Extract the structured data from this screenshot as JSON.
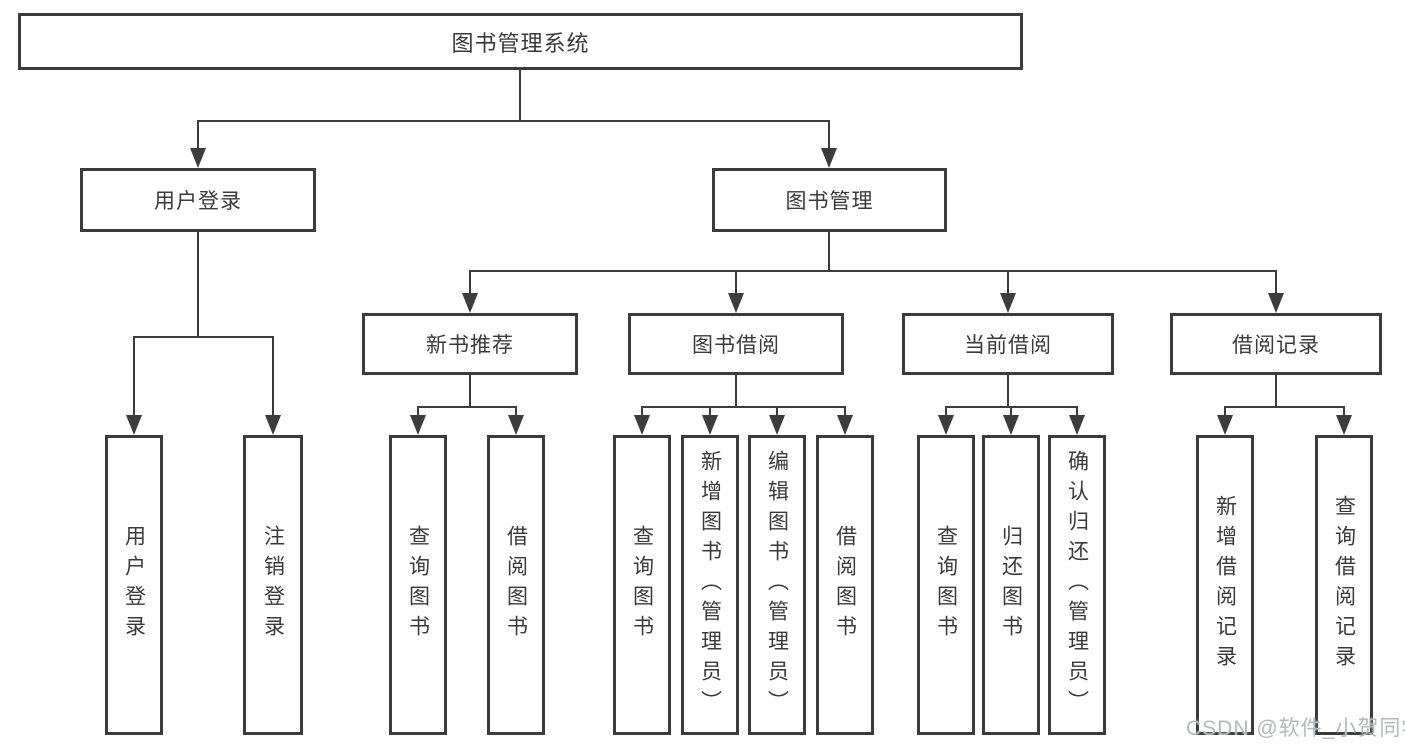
{
  "diagram": {
    "type": "hierarchy-flowchart",
    "colors": {
      "line": "#3c3c3c",
      "border": "#3b3b3b",
      "text": "#3a3a3a",
      "background": "#ffffff",
      "watermark_text": "#b4b8bb"
    }
  },
  "hierarchy": {
    "label": "图书管理系统",
    "children": [
      {
        "label": "用户登录",
        "children": [
          {
            "label": "用户登录"
          },
          {
            "label": "注销登录"
          }
        ]
      },
      {
        "label": "图书管理",
        "children": [
          {
            "label": "新书推荐",
            "children": [
              {
                "label": "查询图书"
              },
              {
                "label": "借阅图书"
              }
            ]
          },
          {
            "label": "图书借阅",
            "children": [
              {
                "label": "查询图书"
              },
              {
                "label": "新增图书（管理员）"
              },
              {
                "label": "编辑图书（管理员）"
              },
              {
                "label": "借阅图书"
              }
            ]
          },
          {
            "label": "当前借阅",
            "children": [
              {
                "label": "查询图书"
              },
              {
                "label": "归还图书"
              },
              {
                "label": "确认归还（管理员）"
              }
            ]
          },
          {
            "label": "借阅记录",
            "children": [
              {
                "label": "新增借阅记录"
              },
              {
                "label": "查询借阅记录"
              }
            ]
          }
        ]
      }
    ]
  },
  "watermark": {
    "text": "CSDN @软件_小贺同学"
  }
}
